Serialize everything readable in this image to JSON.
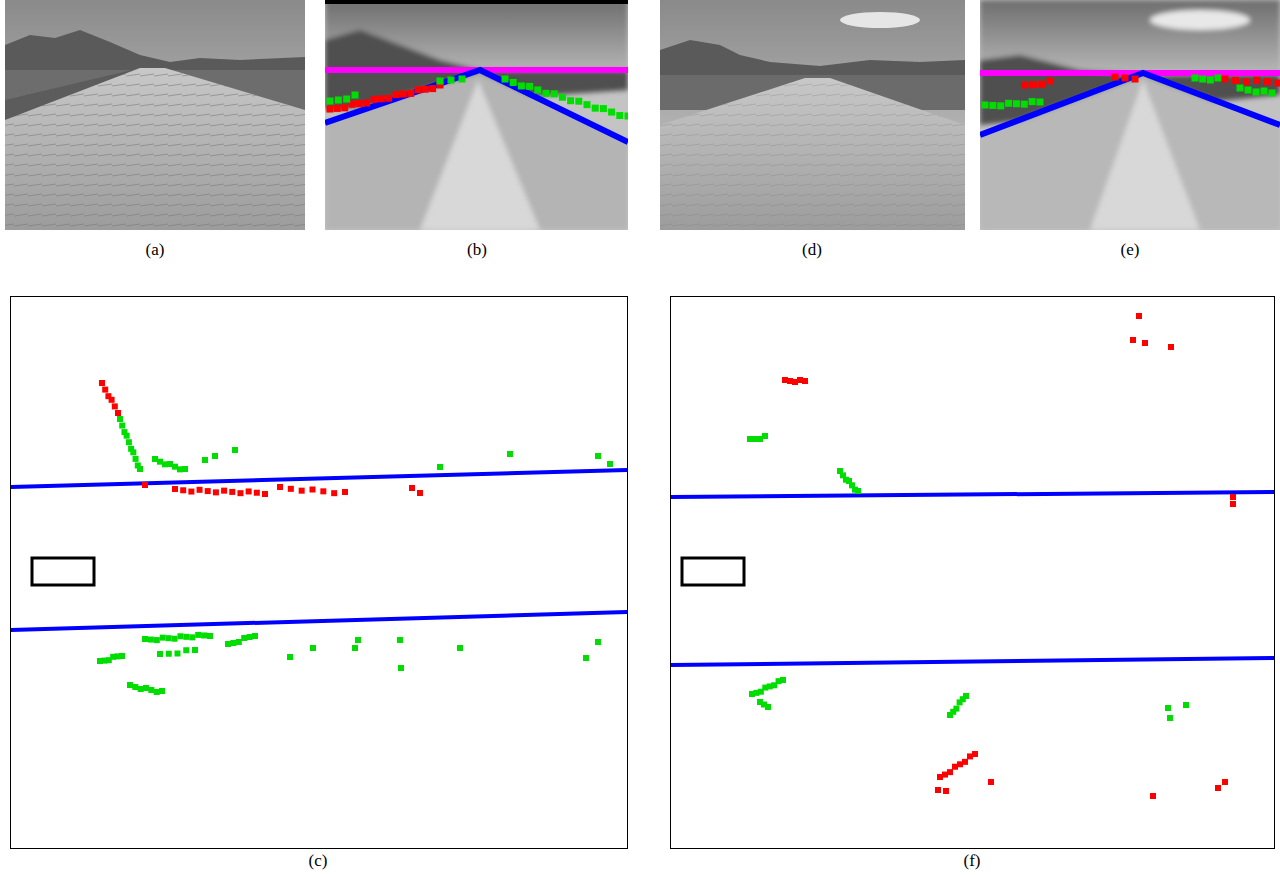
{
  "diagram": {
    "labels": [
      "(a)",
      "(b)",
      "(d)",
      "(e)",
      "(c)",
      "(f)"
    ]
  }
}
